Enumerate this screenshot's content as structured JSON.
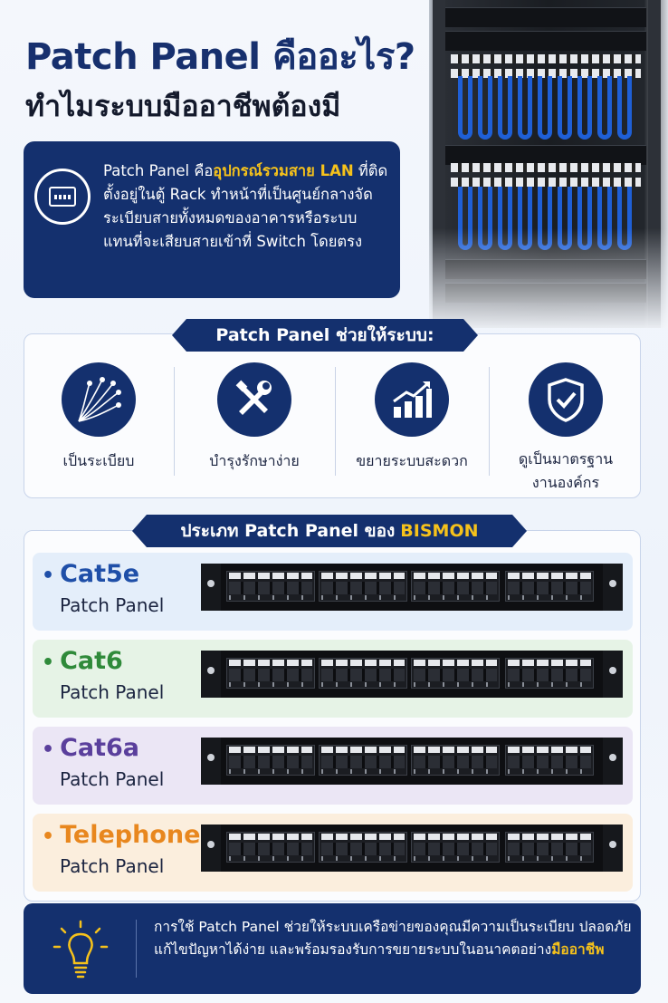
{
  "header": {
    "title": "Patch Panel คืออะไร?",
    "subtitle": "ทำไมระบบมืออาชีพต้องมี"
  },
  "definition": {
    "icon": "patch-panel-icon",
    "lead": "Patch Panel คือ",
    "highlight": "อุปกรณ์รวมสาย LAN",
    "rest": "ที่ติดตั้งอยู่ในตู้ Rack ทำหน้าที่เป็นศูนย์กลางจัดระเบียบสายทั้งหมดของอาคารหรือระบบ แทนที่จะเสียบสายเข้าที่ Switch โดยตรง"
  },
  "benefits": {
    "heading": "Patch Panel ช่วยให้ระบบ:",
    "items": [
      {
        "icon": "fiber-cables-icon",
        "label": "เป็นระเบียบ"
      },
      {
        "icon": "tools-icon",
        "label": "บำรุงรักษาง่าย"
      },
      {
        "icon": "growth-chart-icon",
        "label": "ขยายระบบสะดวก"
      },
      {
        "icon": "shield-check-icon",
        "label": "ดูเป็นมาตรฐานงานองค์กร"
      }
    ]
  },
  "types": {
    "heading": "ประเภท Patch Panel ของ",
    "brand": "BISMON",
    "items": [
      {
        "name": "Cat5e",
        "sub": "Patch Panel",
        "color": "#1f4fa8",
        "bg": "#e4eefa"
      },
      {
        "name": "Cat6",
        "sub": "Patch Panel",
        "color": "#2f8a3a",
        "bg": "#e6f3e6"
      },
      {
        "name": "Cat6a",
        "sub": "Patch Panel",
        "color": "#5a3f9c",
        "bg": "#ebe6f5"
      },
      {
        "name": "Telephone",
        "sub": "Patch Panel",
        "color": "#e8871e",
        "bg": "#fbeedd"
      }
    ]
  },
  "note": {
    "icon": "lightbulb-icon",
    "text": "การใช้ Patch Panel ช่วยให้ระบบเครือข่ายของคุณมีความเป็นระเบียบ ปลอดภัย แก้ไขปัญหาได้ง่าย และพร้อมรองรับการขยายระบบในอนาคตอย่าง",
    "highlight": "มืออาชีพ"
  },
  "colors": {
    "navy": "#14306e",
    "accent_yellow": "#f6c21b",
    "cable_blue": "#1f5fd6"
  }
}
